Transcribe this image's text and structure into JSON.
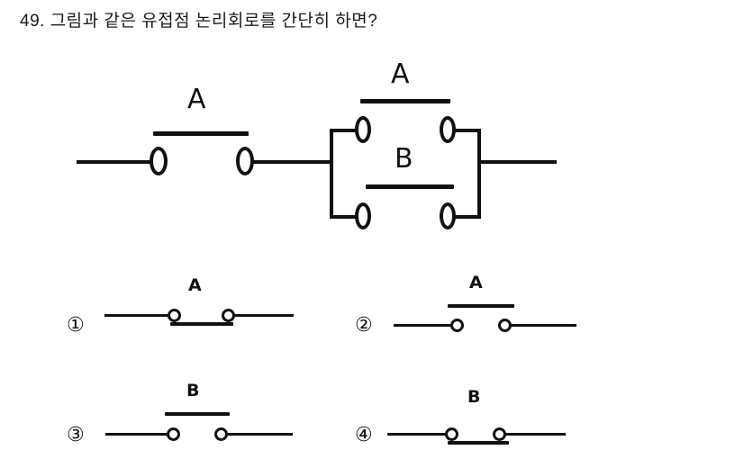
{
  "question": {
    "number": "49.",
    "text": "49. 그림과 같은 유접점 논리회로를 간단히 하면?"
  },
  "main_circuit": {
    "description": "series contact A followed by parallel block of contact A and contact B",
    "series_contact": {
      "label": "A",
      "state": "open",
      "bar_position": "above"
    },
    "parallel_block": {
      "top_branch": {
        "label": "A",
        "state": "open",
        "bar_position": "above"
      },
      "bottom_branch": {
        "label": "B",
        "state": "open",
        "bar_position": "above"
      }
    }
  },
  "options": [
    {
      "number": "①",
      "label": "A",
      "bar_position": "below",
      "state": "closed"
    },
    {
      "number": "②",
      "label": "A",
      "bar_position": "above",
      "state": "open"
    },
    {
      "number": "③",
      "label": "B",
      "bar_position": "above",
      "state": "open"
    },
    {
      "number": "④",
      "label": "B",
      "bar_position": "below",
      "state": "closed"
    }
  ],
  "colors": {
    "ink": "#111111",
    "title_ink": "#1a1a1a",
    "paper": "#ffffff"
  }
}
